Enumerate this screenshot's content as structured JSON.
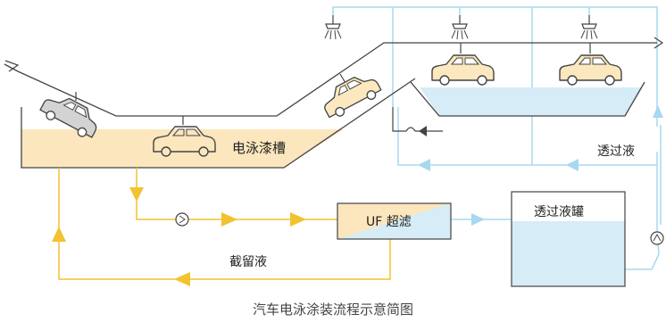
{
  "labels": {
    "tank": "电泳漆槽",
    "uf": "UF 超滤",
    "permeate_tank": "透过液罐",
    "permeate": "透过液",
    "retentate": "截留液",
    "caption": "汽车电泳涂装流程示意简图"
  },
  "icons": [
    "shower-nozzle-icon",
    "car-body-icon",
    "pump-icon",
    "flow-arrow-icon",
    "check-valve-icon"
  ],
  "colors": {
    "paint": "#fbe6bd",
    "paint_line": "#f2c230",
    "water": "#d6ecf7",
    "water_line": "#a8d8ef",
    "outline": "#444444",
    "car_fill": "#fce8be",
    "car_gray": "#d3d3d3"
  }
}
